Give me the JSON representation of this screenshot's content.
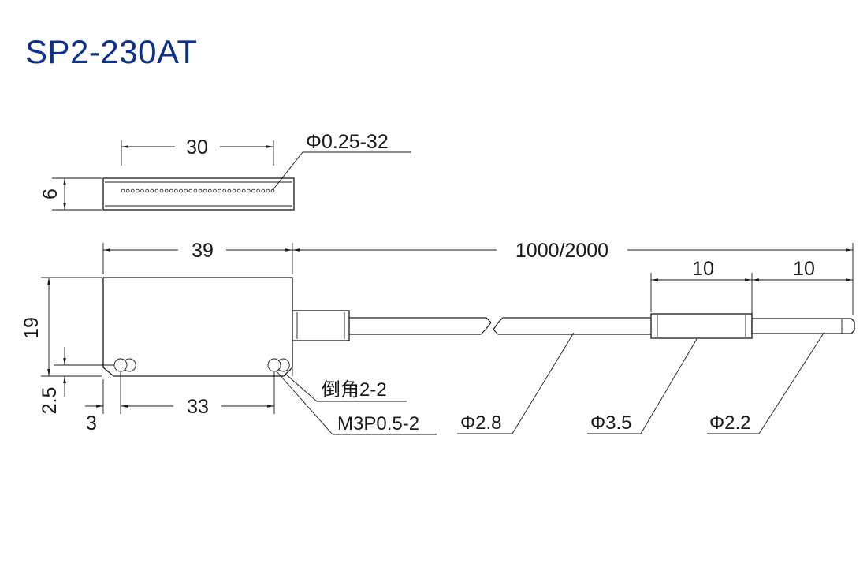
{
  "title": "SP2-230AT",
  "dimensions": {
    "top_width": "30",
    "top_height": "6",
    "fiber_array": "Φ0.25-32",
    "body_width": "39",
    "body_height": "19",
    "cable_length": "1000/2000",
    "sleeve_length": "10",
    "tip_length": "10",
    "hole_offset_y": "2.5",
    "hole_offset_x": "3",
    "hole_pitch": "33"
  },
  "callouts": {
    "chamfer": "倒角2-2",
    "screw_holes": "M3P0.5-2",
    "cable_dia": "Φ2.8",
    "sleeve_dia": "Φ3.5",
    "tip_dia": "Φ2.2"
  },
  "colors": {
    "title": "#0d2f8e",
    "line": "#1a1a1a"
  }
}
